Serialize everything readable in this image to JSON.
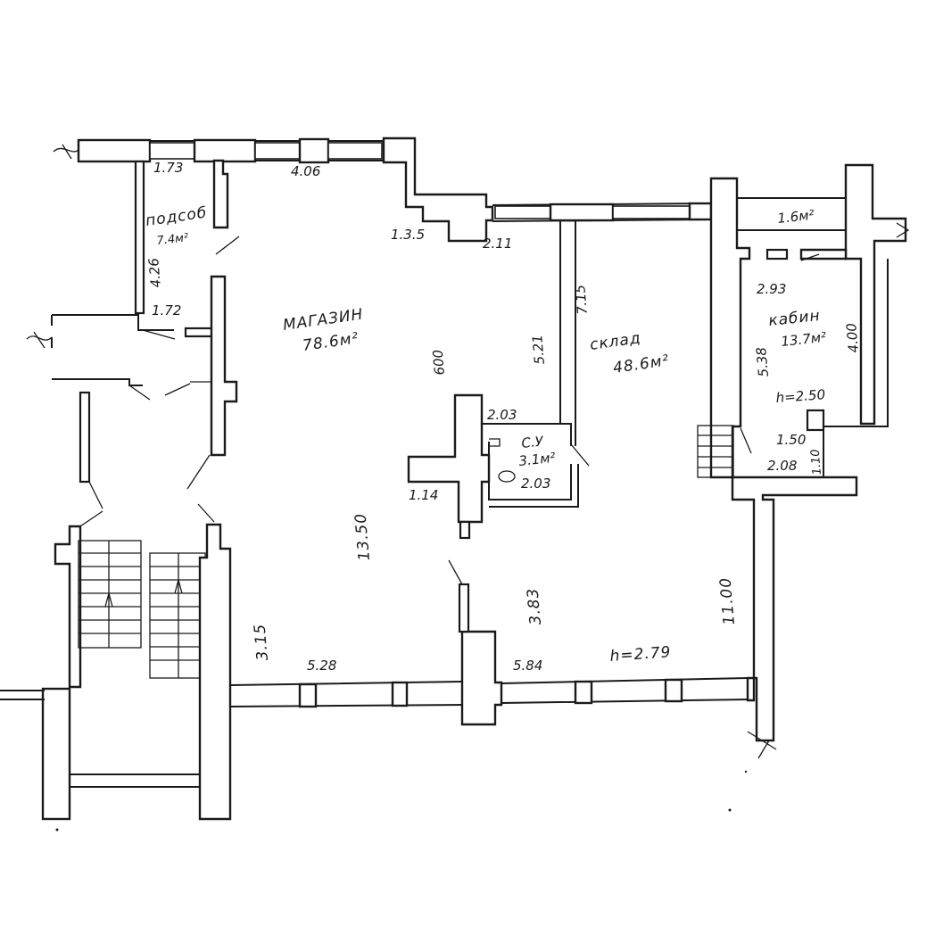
{
  "rooms": {
    "podsob": {
      "name": "подсоб",
      "area": "7.4м²"
    },
    "magazin": {
      "name": "МАГАЗИН",
      "area": "78.6м²"
    },
    "sklad": {
      "name": "склад",
      "area": "48.6м²"
    },
    "su": {
      "name": "С.У",
      "area": "3.1м²"
    },
    "kabin": {
      "name": "кабин",
      "area": "13.7м²"
    },
    "small_room": {
      "area": "1.6м²"
    }
  },
  "dimensions": {
    "d_173": "1.73",
    "d_406": "4.06",
    "d_135": "1.3.5",
    "d_211": "2.11",
    "d_426": "4.26",
    "d_172": "1.72",
    "d_600": "600",
    "d_521": "5.21",
    "d_715": "7.15",
    "d_293": "2.93",
    "d_400": "4.00",
    "d_538": "5.38",
    "d_203a": "2.03",
    "d_203b": "2.03",
    "d_114": "1.14",
    "d_150": "1.50",
    "d_208": "2.08",
    "d_110": "1.10",
    "d_1350": "13.50",
    "d_383": "3.83",
    "d_1100": "11.00",
    "d_315": "3.15",
    "d_528": "5.28",
    "d_584": "5.84"
  },
  "heights": {
    "h_kabin": "h=2.50",
    "h_main": "h=2.79"
  },
  "colors": {
    "ink": "#1a1a1a",
    "paper": "#ffffff"
  }
}
